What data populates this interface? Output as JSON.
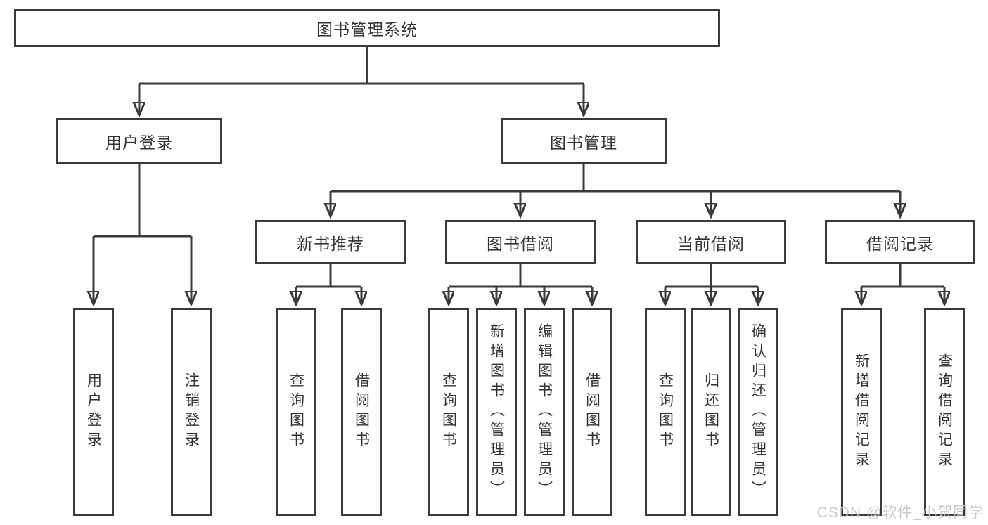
{
  "diagram": {
    "root": {
      "label": "图书管理系统",
      "children": [
        {
          "label": "用户登录",
          "children": [
            {
              "label": "用户登录"
            },
            {
              "label": "注销登录"
            }
          ]
        },
        {
          "label": "图书管理",
          "children": [
            {
              "label": "新书推荐",
              "children": [
                {
                  "label": "查询图书"
                },
                {
                  "label": "借阅图书"
                }
              ]
            },
            {
              "label": "图书借阅",
              "children": [
                {
                  "label": "查询图书"
                },
                {
                  "label": "新增图书（管理员）"
                },
                {
                  "label": "编辑图书（管理员）"
                },
                {
                  "label": "借阅图书"
                }
              ]
            },
            {
              "label": "当前借阅",
              "children": [
                {
                  "label": "查询图书"
                },
                {
                  "label": "归还图书"
                },
                {
                  "label": "确认归还（管理员）"
                }
              ]
            },
            {
              "label": "借阅记录",
              "children": [
                {
                  "label": "新增借阅记录"
                },
                {
                  "label": "查询借阅记录"
                }
              ]
            }
          ]
        }
      ]
    }
  },
  "colors": {
    "line": "#3a3a3a",
    "text": "#333333",
    "watermark": "#c9c9c9",
    "bg": "#ffffff"
  },
  "watermark": {
    "text": "CSDN @软件_小贺同学"
  }
}
